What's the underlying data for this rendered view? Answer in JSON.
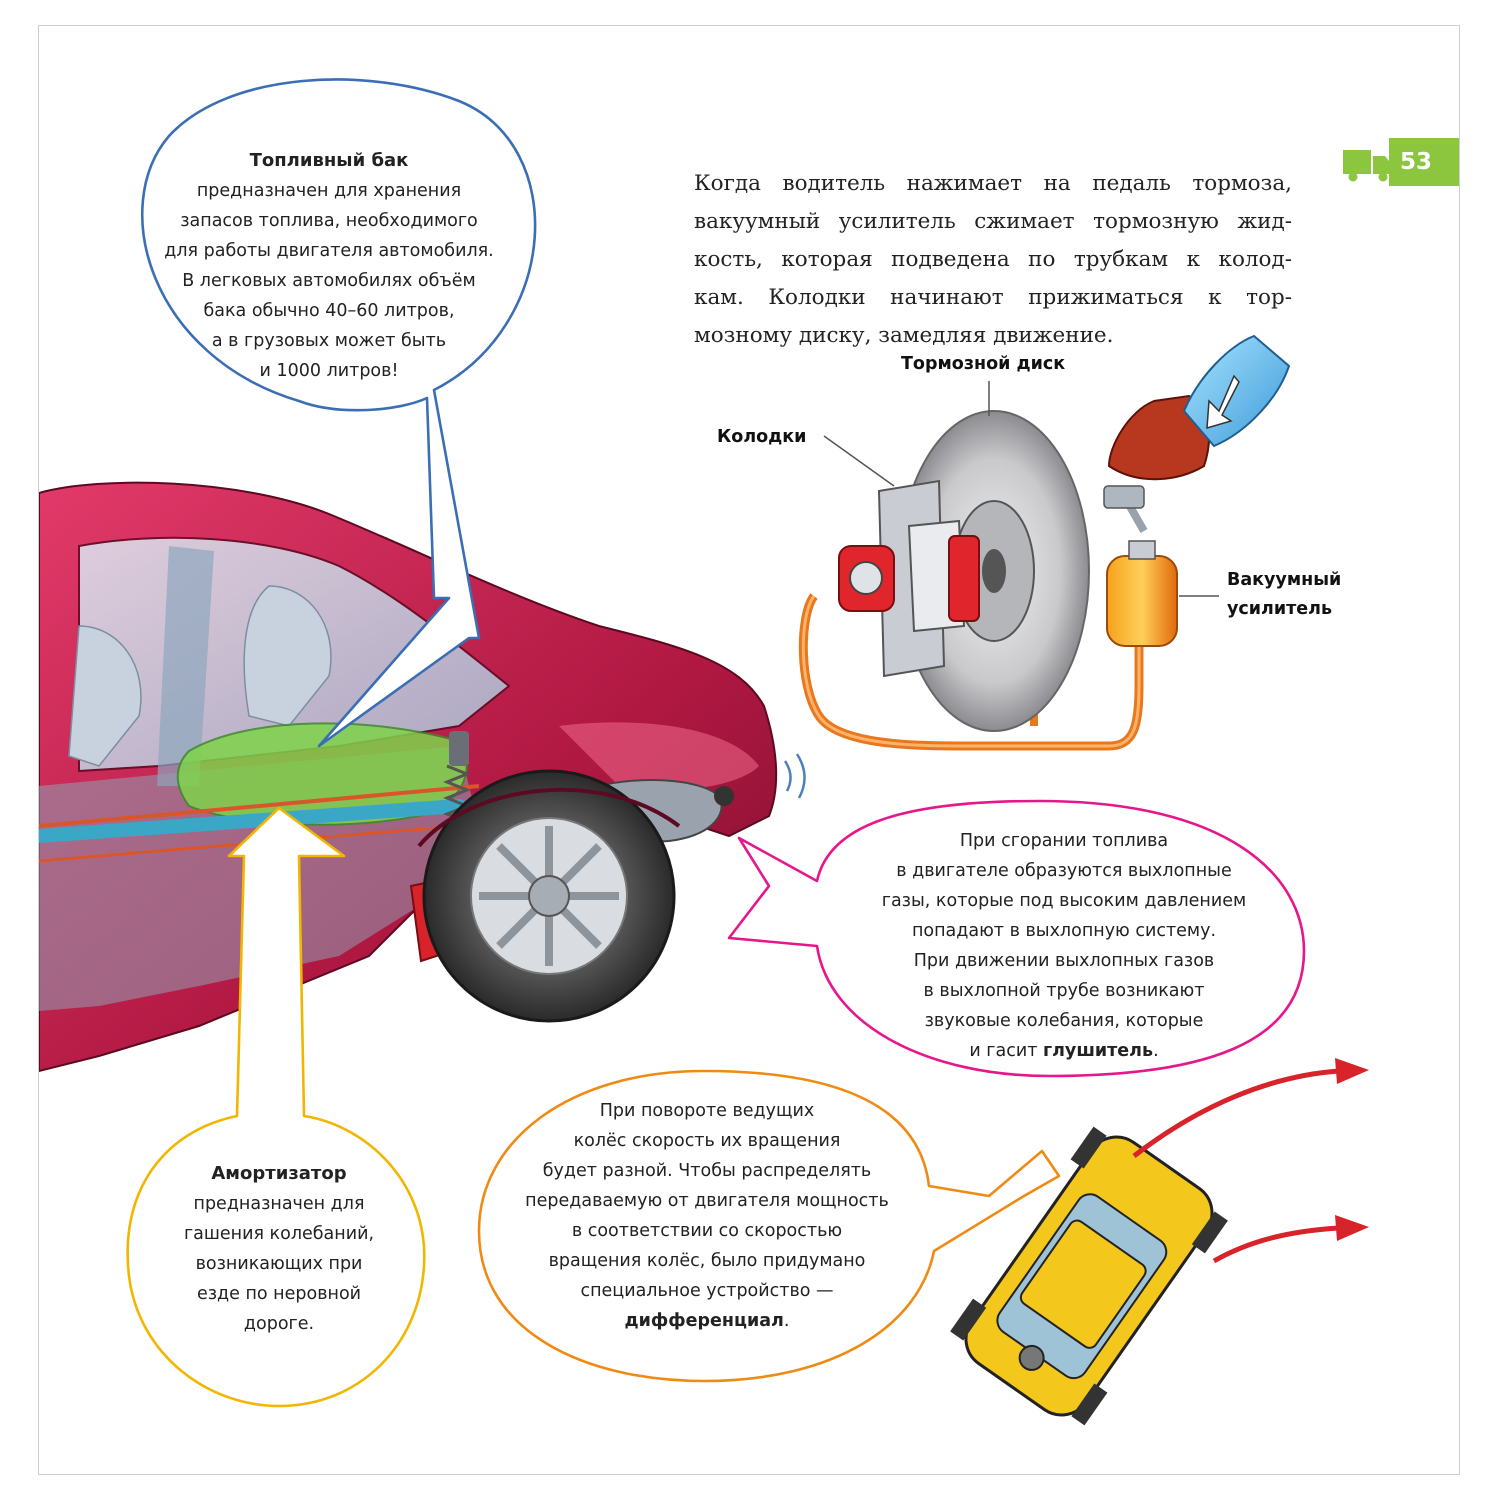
{
  "page_number": "53",
  "icons": {
    "page_tab": "truck-icon"
  },
  "colors": {
    "page_tab_green": "#8cc63f",
    "fuel_bubble_blue": "#3b6eb5",
    "exhaust_bubble_magenta": "#e5178b",
    "shock_bubble_yellow": "#f2b600",
    "diff_bubble_orange": "#ef8a12"
  },
  "intro": {
    "lines": [
      "Когда водитель нажимает на педаль тормоза,",
      "вакуумный усилитель сжимает тормозную жид-",
      "кость, которая подведена по трубкам к колод-",
      "кам. Колодки начинают прижиматься к тор-",
      "мозному диску, замедляя движение."
    ]
  },
  "fuel_tank": {
    "title": "Топливный бак",
    "lines": [
      "предназначен для хранения",
      "запасов топлива, необходимого",
      "для работы двигателя автомобиля.",
      "В легковых автомобилях объём",
      "бака обычно 40–60 литров,",
      "а в грузовых может быть",
      "и 1000 литров!"
    ]
  },
  "brake_labels": {
    "disc": "Тормозной диск",
    "pads": "Колодки",
    "booster_line1": "Вакуумный",
    "booster_line2": "усилитель"
  },
  "exhaust": {
    "lines": [
      "При сгорании топлива",
      "в двигателе образуются выхлопные",
      "газы, которые под высоким давлением",
      "попадают в выхлопную систему.",
      "При движении выхлопных газов",
      "в выхлопной трубе возникают",
      "звуковые колебания, которые"
    ],
    "last_prefix": "и гасит ",
    "last_bold": "глушитель",
    "last_suffix": "."
  },
  "shock_absorber": {
    "title": "Амортизатор",
    "lines": [
      "предназначен для",
      "гашения колебаний,",
      "возникающих при",
      "езде по неровной",
      "дороге."
    ]
  },
  "differential": {
    "lines": [
      "При повороте ведущих",
      "колёс скорость их вращения",
      "будет разной. Чтобы распределять",
      "передаваемую от двигателя мощность",
      "в соответствии со скоростью",
      "вращения колёс, было придумано",
      "специальное устройство —"
    ],
    "last_bold": "дифференциал",
    "last_suffix": "."
  }
}
